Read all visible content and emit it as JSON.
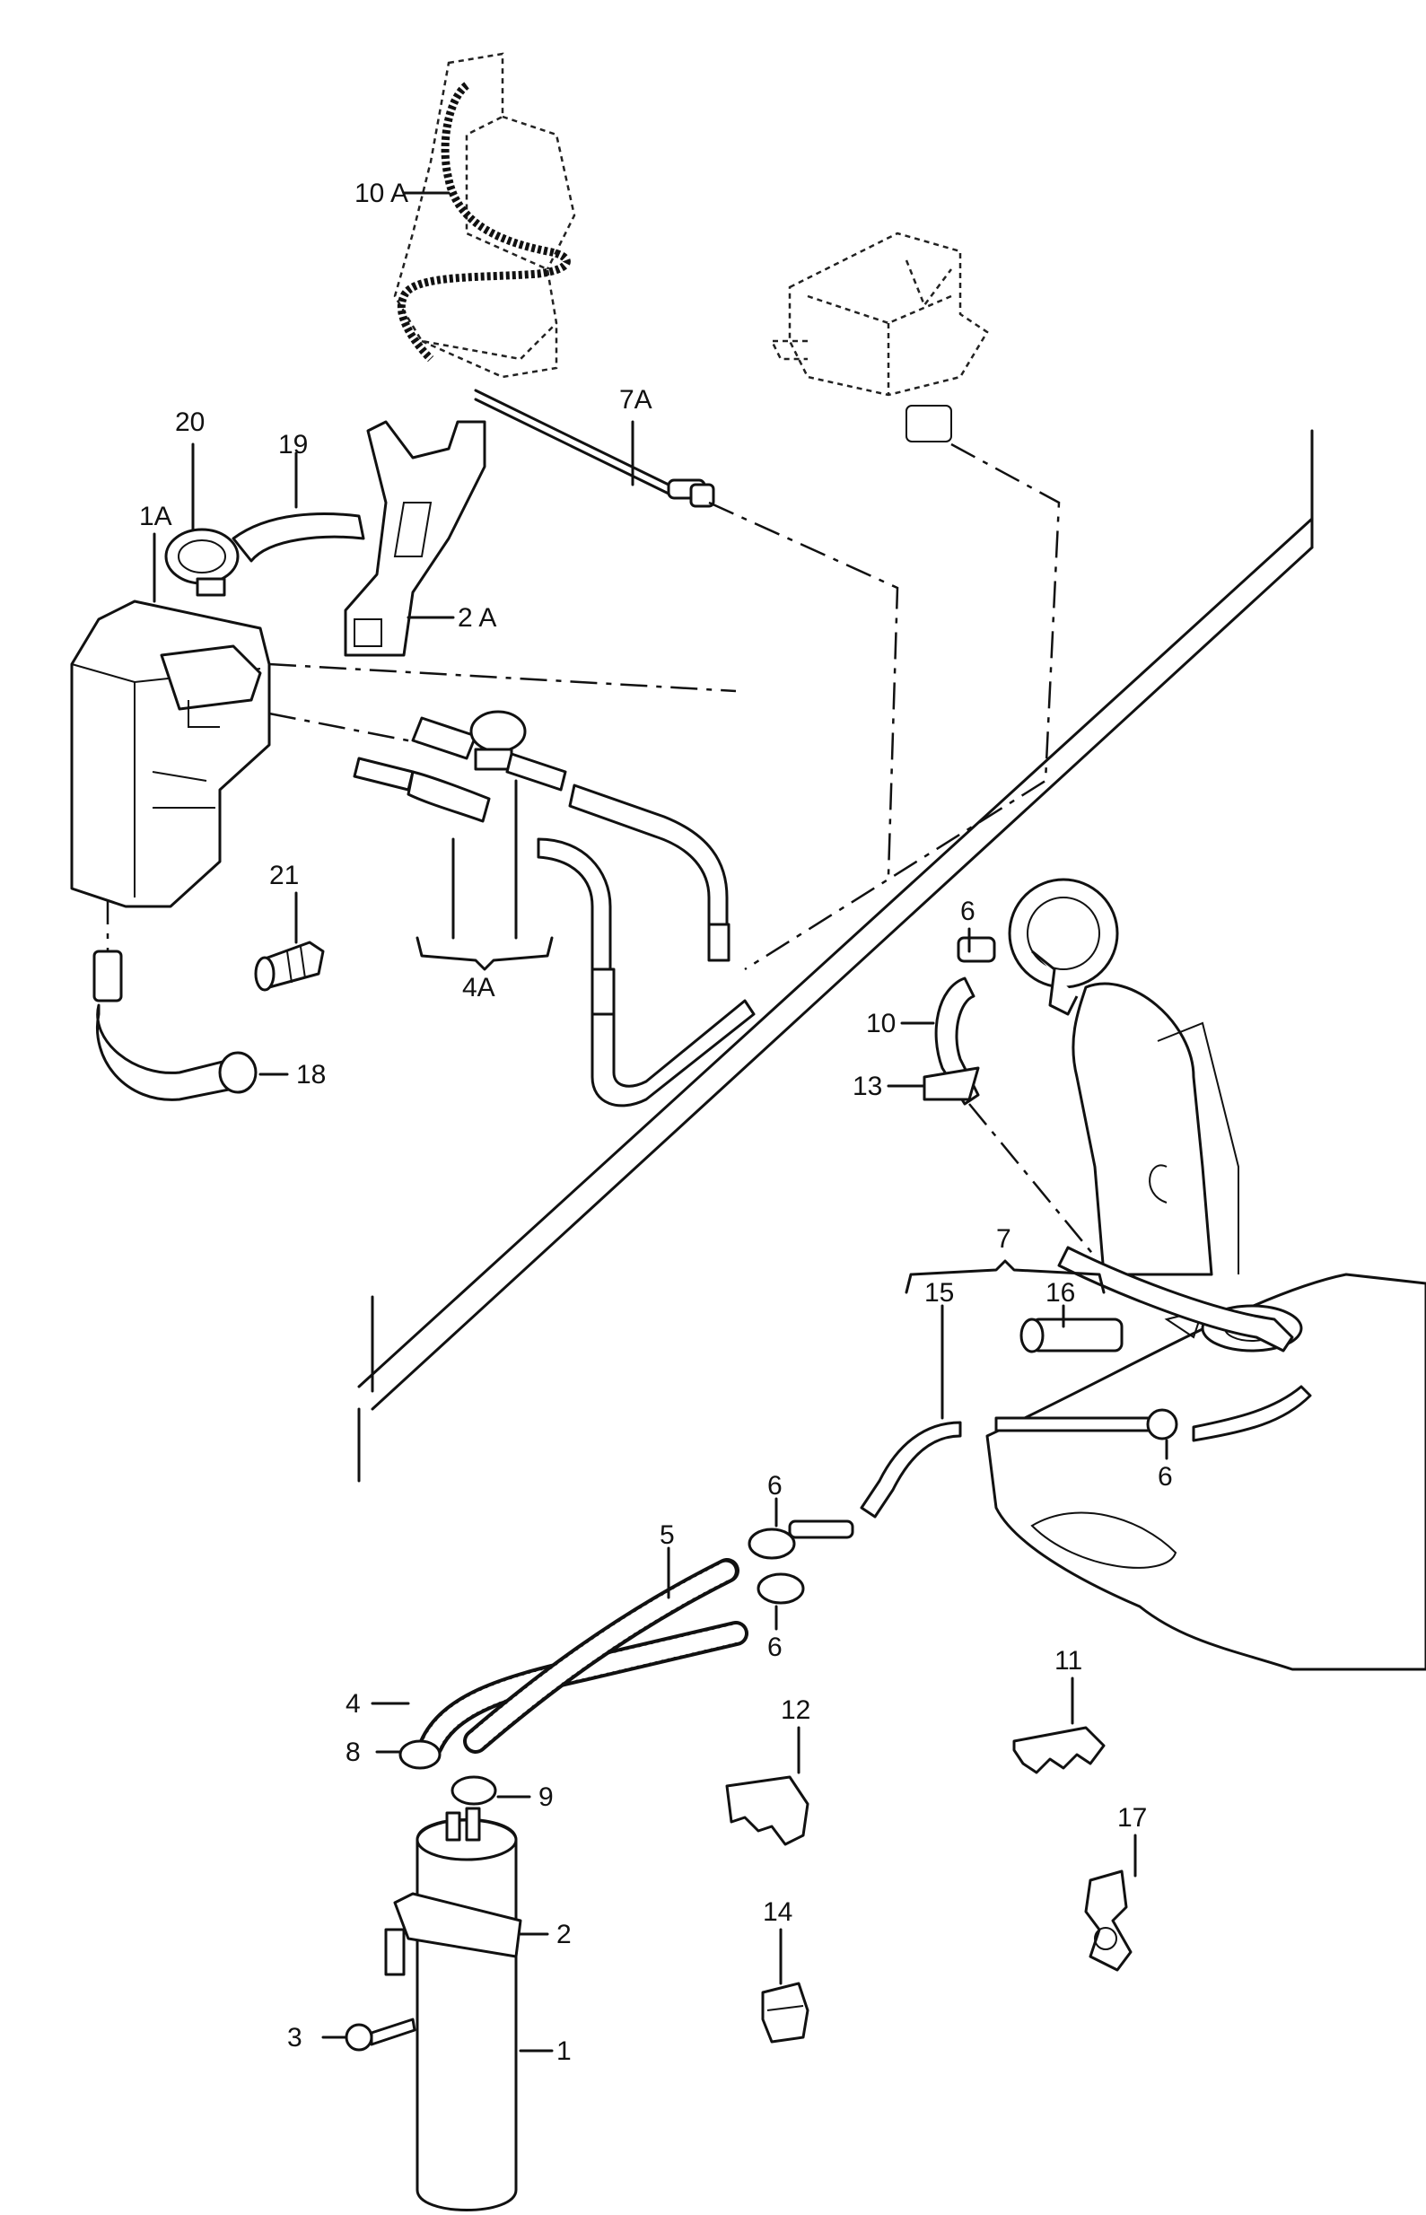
{
  "labels": {
    "l10a": "10 A",
    "l20": "20",
    "l19": "19",
    "l7a": "7A",
    "l1a": "1A",
    "l2a": "2 A",
    "l21": "21",
    "l4a": "4A",
    "l18": "18",
    "l6_top": "6",
    "l10": "10",
    "l13": "13",
    "l7": "7",
    "l15": "15",
    "l16": "16",
    "l6_right": "6",
    "l6_mid": "6",
    "l5": "5",
    "l6_lower": "6",
    "l4": "4",
    "l8": "8",
    "l9": "9",
    "l11": "11",
    "l12": "12",
    "l17": "17",
    "l14": "14",
    "l2": "2",
    "l3": "3",
    "l1": "1"
  },
  "colors": {
    "ink": "#111111",
    "paper": "#ffffff"
  }
}
